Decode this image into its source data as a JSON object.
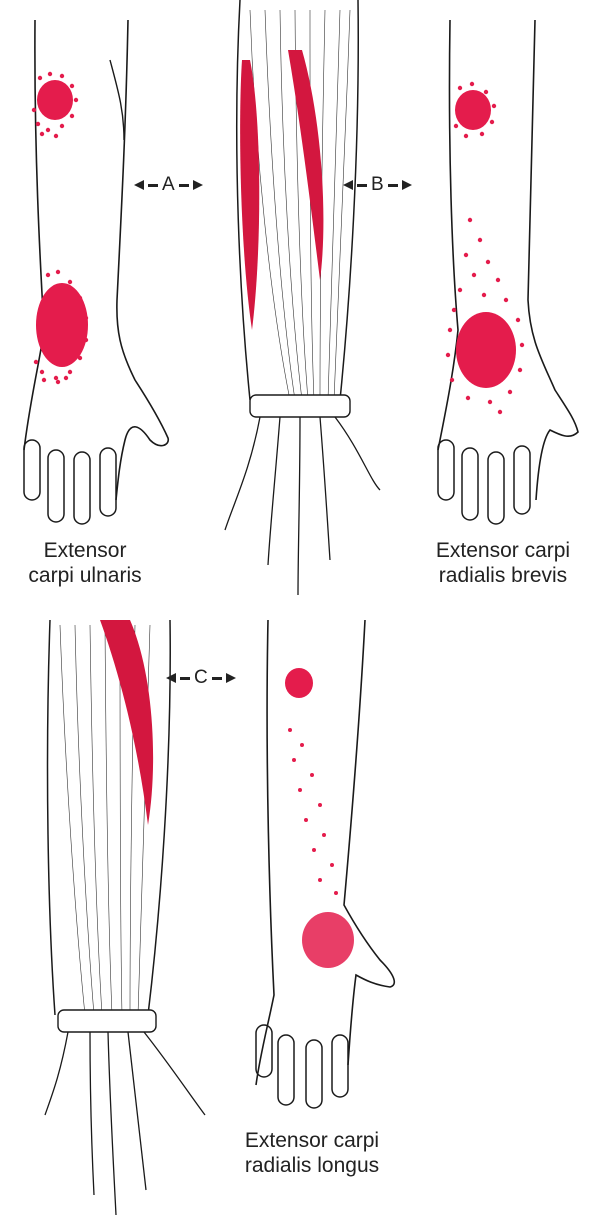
{
  "figure": {
    "colors": {
      "referral": "#e41c4c",
      "muscle": "#d3173f",
      "line": "#1a1a1a"
    },
    "comparisons": [
      {
        "letter": "A"
      },
      {
        "letter": "B"
      },
      {
        "letter": "C"
      }
    ],
    "captions": [
      {
        "line1": "Extensor",
        "line2": "carpi ulnaris"
      },
      {
        "line1": "Extensor carpi",
        "line2": "radialis brevis"
      },
      {
        "line1": "Extensor carpi",
        "line2": "radialis longus"
      }
    ]
  }
}
